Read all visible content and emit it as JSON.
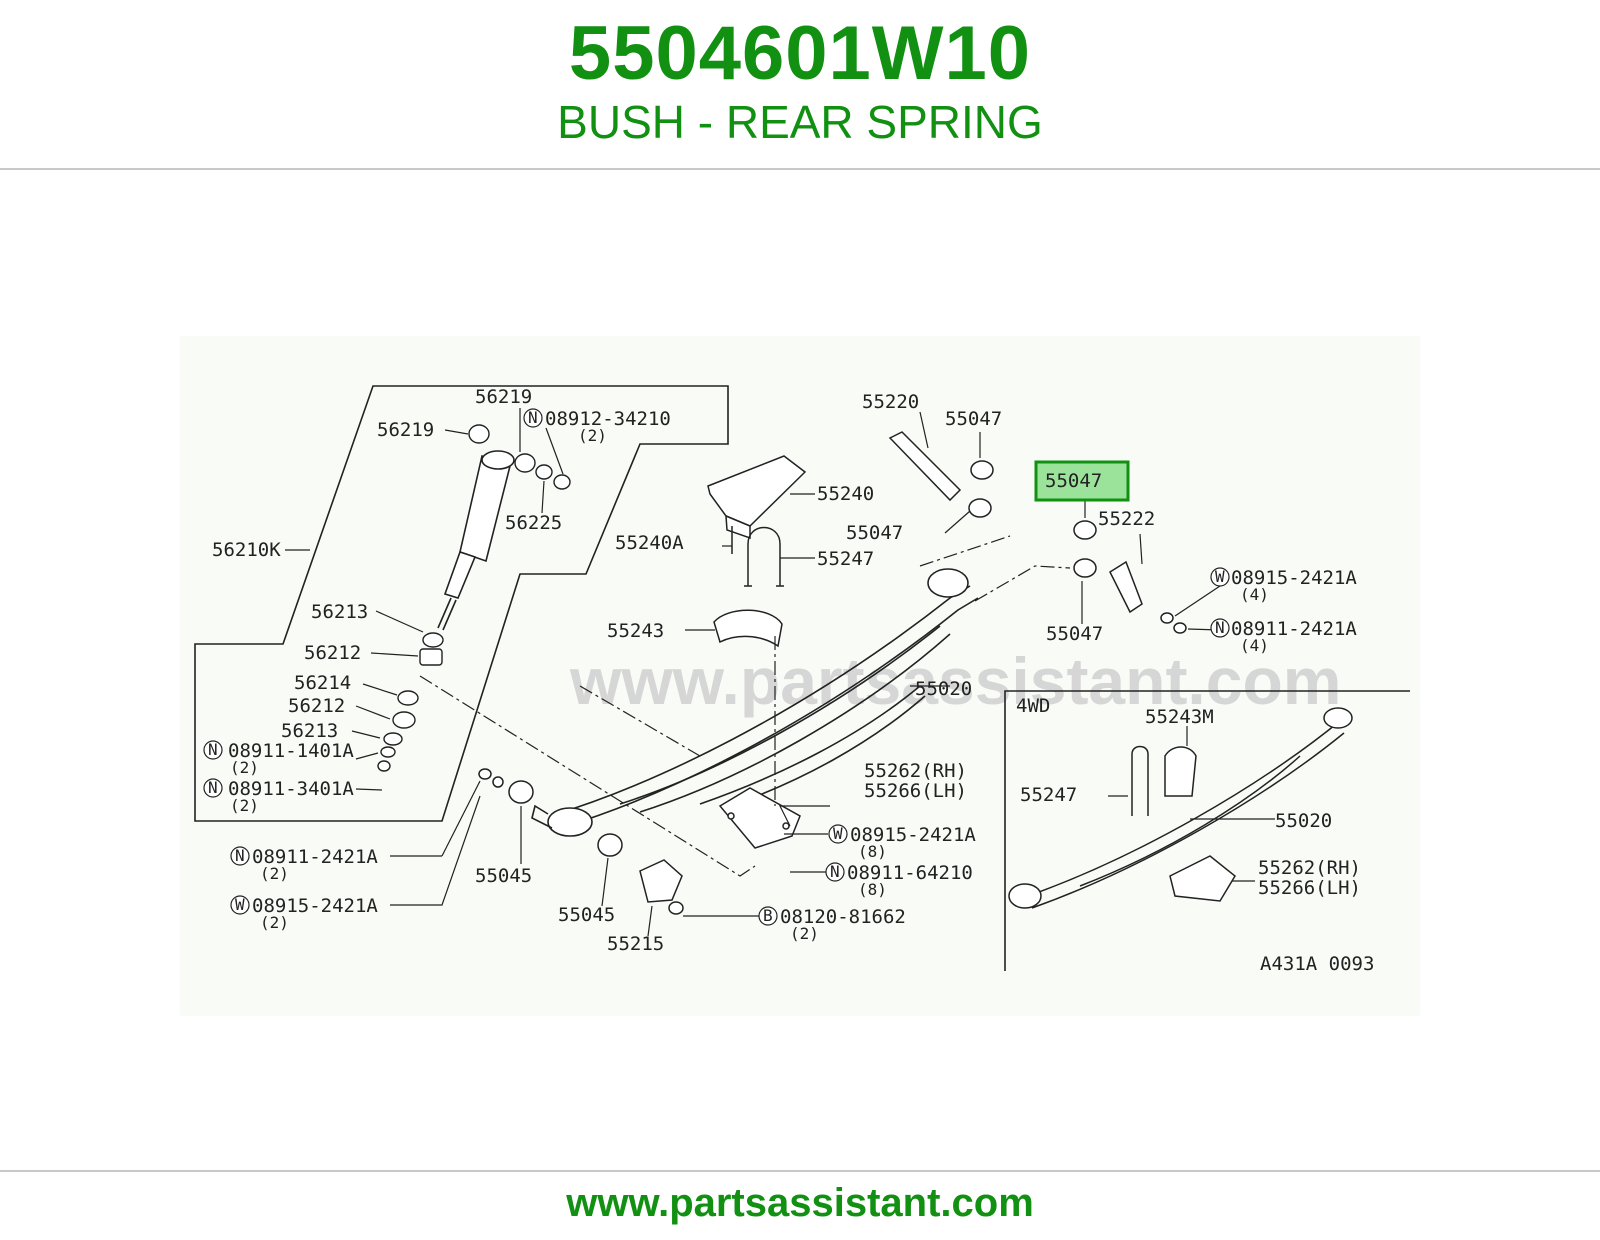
{
  "header": {
    "part_number": "5504601W10",
    "part_description": "BUSH - REAR SPRING"
  },
  "footer": {
    "url": "www.partsassistant.com"
  },
  "diagram": {
    "watermark": "www.partsassistant.com",
    "reference_code": "A431A 0093",
    "inset_label": "4WD",
    "highlighted_part": "55047",
    "colors": {
      "accent": "#119011",
      "highlight_fill": "#9be39b",
      "highlight_border": "#119011",
      "diagram_bg": "#f8fbf6"
    },
    "callouts": {
      "c56219a": "56219",
      "c56219b": "56219",
      "c08912": "08912-34210",
      "c08912q": "(2)",
      "c56225": "56225",
      "c56210k": "56210K",
      "c56213a": "56213",
      "c56212a": "56212",
      "c56214": "56214",
      "c56212b": "56212",
      "c56213b": "56213",
      "c08911_1401": "08911-1401A",
      "c08911_1401q": "(2)",
      "c08911_3401": "08911-3401A",
      "c08911_3401q": "(2)",
      "c08911_2421b": "08911-2421A",
      "c08911_2421bq": "(2)",
      "c08915_2421b": "08915-2421A",
      "c08915_2421bq": "(2)",
      "c55045a": "55045",
      "c55045b": "55045",
      "c55215": "55215",
      "c08120": "08120-81662",
      "c08120q": "(2)",
      "c55240": "55240",
      "c55240a": "55240A",
      "c55247": "55247",
      "c55243": "55243",
      "c55020": "55020",
      "c55262": "55262(RH)",
      "c55266": "55266(LH)",
      "c08915_2421c": "08915-2421A",
      "c08915_2421cq": "(8)",
      "c08911_64210": "08911-64210",
      "c08911_64210q": "(8)",
      "c55220": "55220",
      "c55047a": "55047",
      "c55047b": "55047",
      "c55047hl": "55047",
      "c55222": "55222",
      "c08915_2421a": "08915-2421A",
      "c08915_2421aq": "(4)",
      "c08911_2421a": "08911-2421A",
      "c08911_2421aq": "(4)",
      "c55047c": "55047",
      "c55243m": "55243M",
      "c55247i": "55247",
      "c55020i": "55020",
      "c55262i": "55262(RH)",
      "c55266i": "55266(LH)"
    },
    "prefix_letters": {
      "n": "N",
      "w": "W",
      "b": "B"
    }
  }
}
